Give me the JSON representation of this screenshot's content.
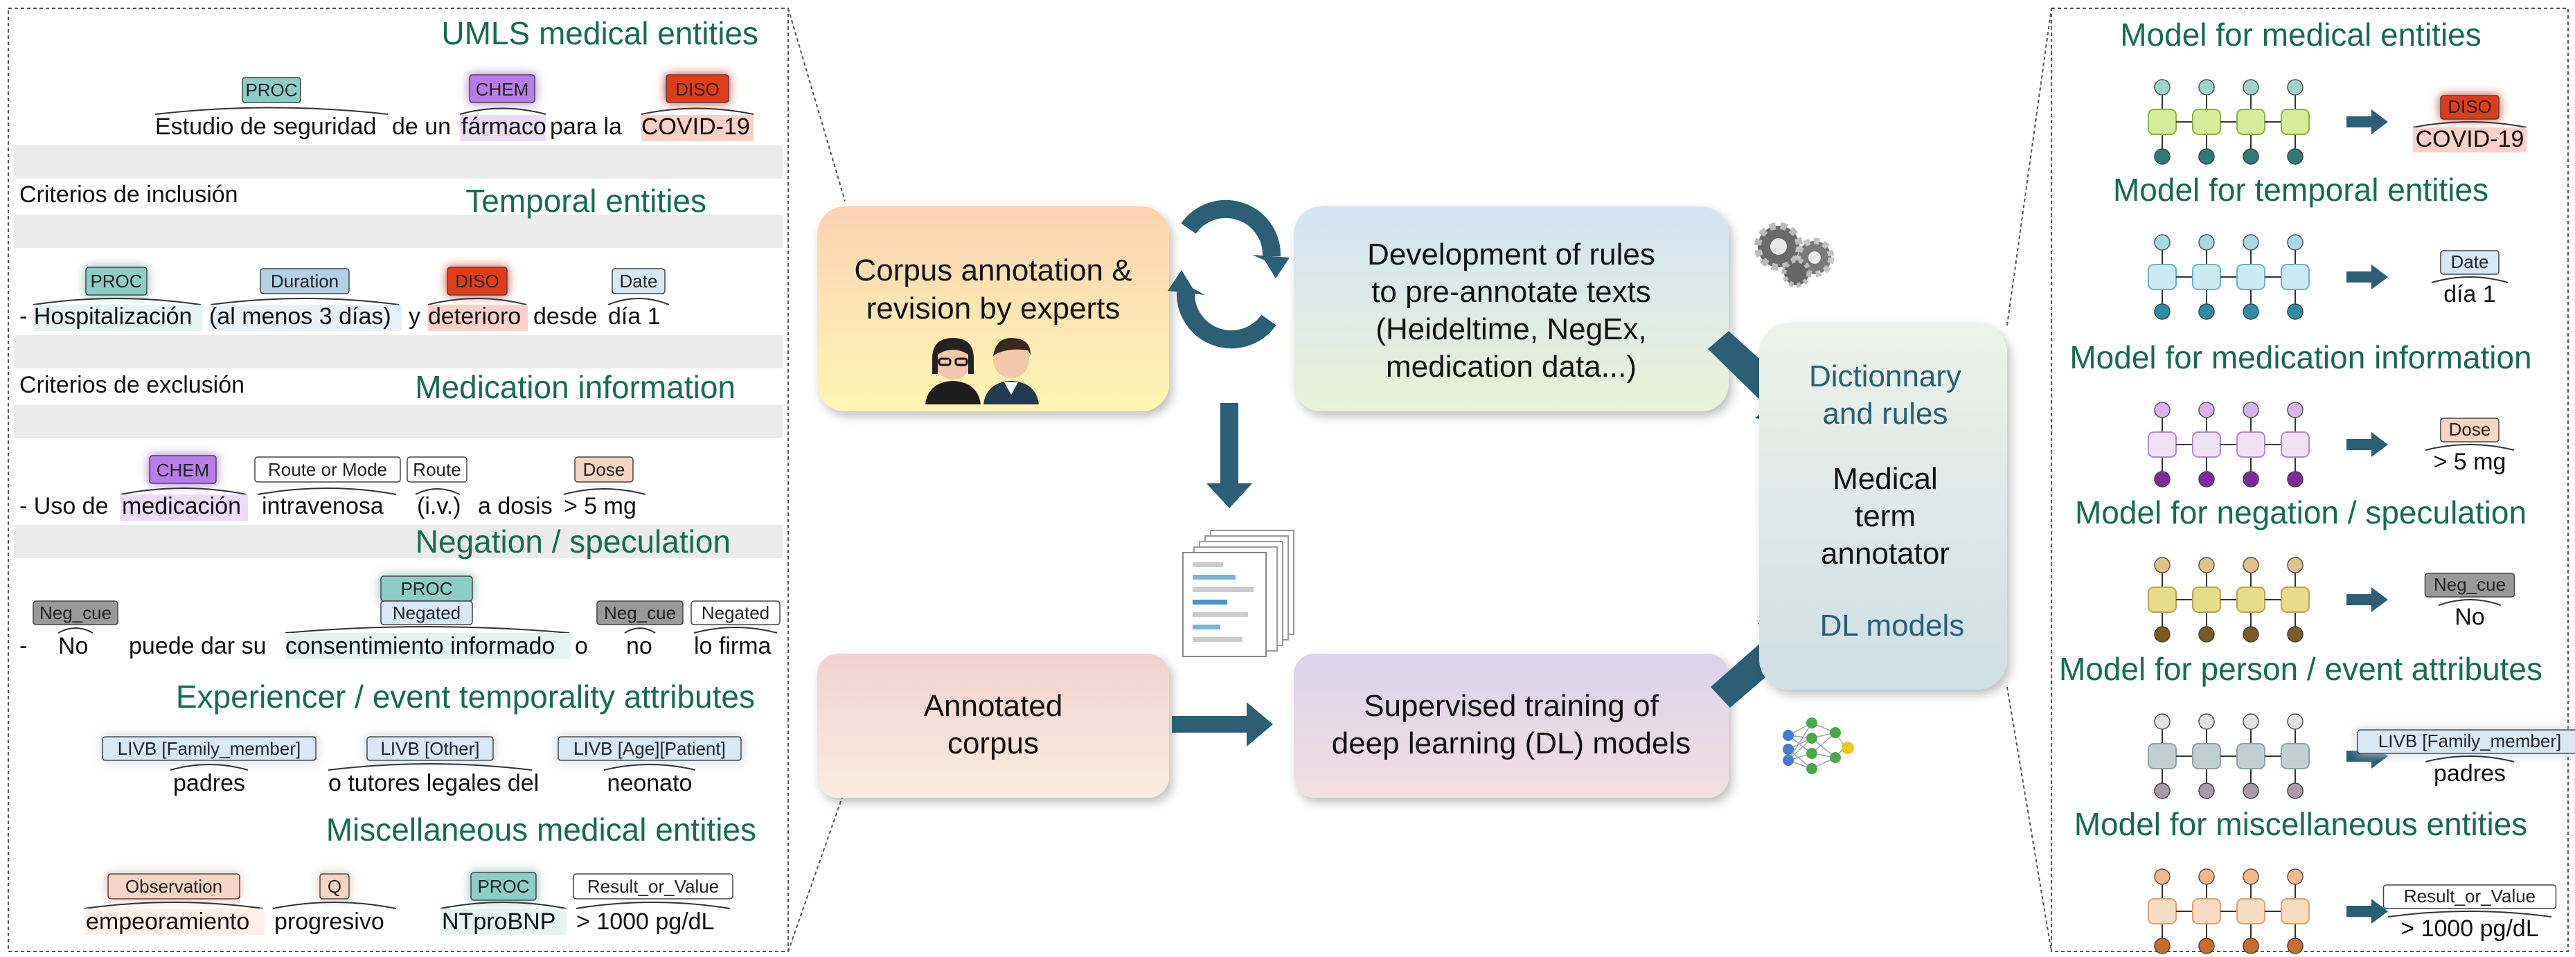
{
  "left_panel": {
    "sections": {
      "umls": "UMLS medical entities",
      "temporal": "Temporal entities",
      "medication": "Medication information",
      "negation": "Negation / speculation",
      "experiencer": "Experiencer / event temporality attributes",
      "misc": "Miscellaneous medical entities"
    },
    "example1": {
      "tags": [
        "PROC",
        "CHEM",
        "DISO"
      ],
      "words": [
        "Estudio de seguridad",
        "de un",
        "fármaco",
        "para la",
        "COVID-19"
      ]
    },
    "criteria_inclusion": "Criterios de inclusión",
    "example2": {
      "tags": [
        "PROC",
        "Duration",
        "DISO",
        "Date"
      ],
      "words": [
        "- Hospitalización",
        "(al menos 3 días)",
        "y",
        "deterioro",
        "desde",
        "día 1"
      ]
    },
    "criteria_exclusion": "Criterios de exclusión",
    "example3": {
      "tags": [
        "CHEM",
        "Route or Mode",
        "Route",
        "Dose"
      ],
      "words": [
        "- Uso de",
        "medicación",
        "intravenosa",
        "(i.v.)",
        "a dosis",
        "> 5 mg"
      ]
    },
    "example4": {
      "tags": [
        "Neg_cue",
        "PROC",
        "Negated",
        "Neg_cue",
        "Negated"
      ],
      "words": [
        "-",
        "No",
        "puede dar su",
        "consentimiento informado",
        "o",
        "no",
        "lo firma"
      ]
    },
    "example5": {
      "tags": [
        "LIVB [Family_member]",
        "LIVB [Other]",
        "LIVB [Age][Patient]"
      ],
      "words": [
        "padres",
        "o tutores legales del",
        "neonato"
      ]
    },
    "example6": {
      "tags": [
        "Observation",
        "Q",
        "PROC",
        "Result_or_Value"
      ],
      "words": [
        "empeoramiento",
        "progresivo",
        "NTproBNP",
        "> 1000 pg/dL"
      ]
    }
  },
  "center": {
    "corpus_annotation": [
      "Corpus annotation &",
      "revision by experts"
    ],
    "rules_dev": [
      "Development of rules",
      "to pre-annotate texts",
      "(Heideltime, NegEx,",
      "medication data...)"
    ],
    "annotated_corpus": [
      "Annotated",
      "corpus"
    ],
    "supervised": [
      "Supervised training of",
      "deep learning (DL) models"
    ],
    "dict_rules": [
      "Dictionnary",
      "and rules"
    ],
    "annotator": [
      "Medical",
      "term",
      "annotator"
    ],
    "dl_models": "DL models"
  },
  "right_panel": {
    "models": [
      {
        "title": "Model for medical entities",
        "tag": "DISO",
        "output": "COVID-19"
      },
      {
        "title": "Model for temporal entities",
        "tag": "Date",
        "output": "día 1"
      },
      {
        "title": "Model for medication information",
        "tag": "Dose",
        "output": "> 5 mg"
      },
      {
        "title": "Model for negation / speculation",
        "tag": "Neg_cue",
        "output": "No"
      },
      {
        "title": "Model for person / event attributes",
        "tag": "LIVB [Family_member]",
        "output": "padres"
      },
      {
        "title": "Model for miscellaneous entities",
        "tag": "Result_or_Value",
        "output": "> 1000 pg/dL"
      }
    ]
  },
  "colors": {
    "heading_green": "#176b52",
    "arrow_teal": "#2c5f73",
    "chem_purple": "#b87ee8",
    "diso_red": "#e23a1e",
    "proc_teal": "#8ecdc6",
    "duration_blue": "#b5cfe3",
    "dose_peach": "#f6d5c6",
    "negcue_gray": "#999999",
    "glow_blue": "#34b8ff"
  }
}
